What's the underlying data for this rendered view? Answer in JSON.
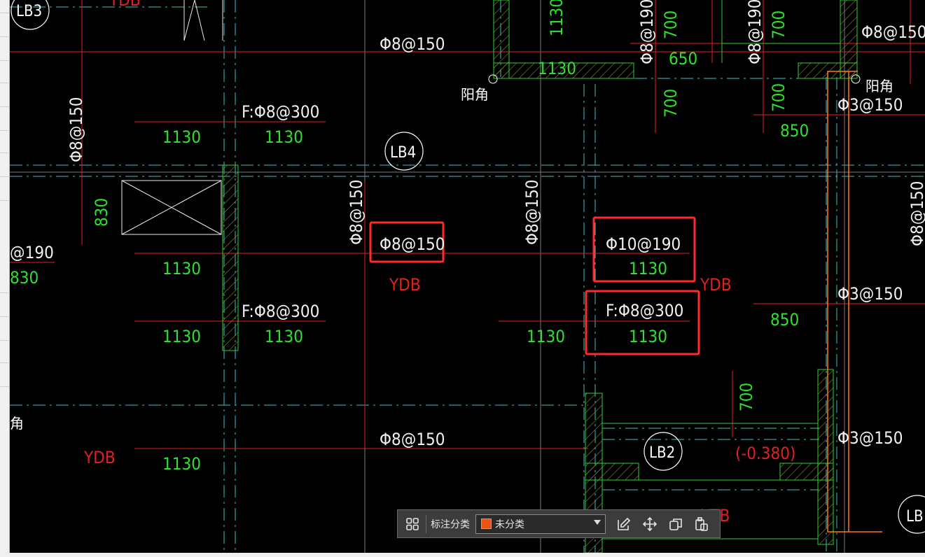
{
  "drawing": {
    "rebar_labels": [
      "Φ8@150",
      "F:Φ8@300",
      "Φ10@190",
      "Φ8@190",
      "Φ3@150",
      "Φ8@150"
    ],
    "dimension_labels": [
      "1130",
      "830",
      "850",
      "700",
      "650"
    ],
    "panel_tags": [
      "LB3",
      "LB4",
      "LB2",
      "LB"
    ],
    "zone_labels": [
      "YDB",
      "YDB",
      "YDB",
      "YDB"
    ],
    "corner_note": "阳角",
    "elevation": "(-0.380)",
    "partial_texts": {
      "left_190": "@190",
      "left_830": "830",
      "left_corner": "角",
      "xtb": "XTB"
    }
  },
  "toolbar": {
    "grid_icon": "grid-icon",
    "label": "标注分类",
    "select_value": "未分类",
    "swatch_color": "#e8560f",
    "icons": [
      "edit-icon",
      "move-icon",
      "copy-icon",
      "paste-icon"
    ]
  },
  "colors": {
    "background": "#000000",
    "red_line": "#ff2020",
    "green_text": "#33dd33",
    "white_text": "#ffffff",
    "cyan_dash": "#40c0c0",
    "highlight_box": "#ff2a2a",
    "orange_line": "#ff7a1a",
    "yellow_hatch": "#d4d44a"
  }
}
